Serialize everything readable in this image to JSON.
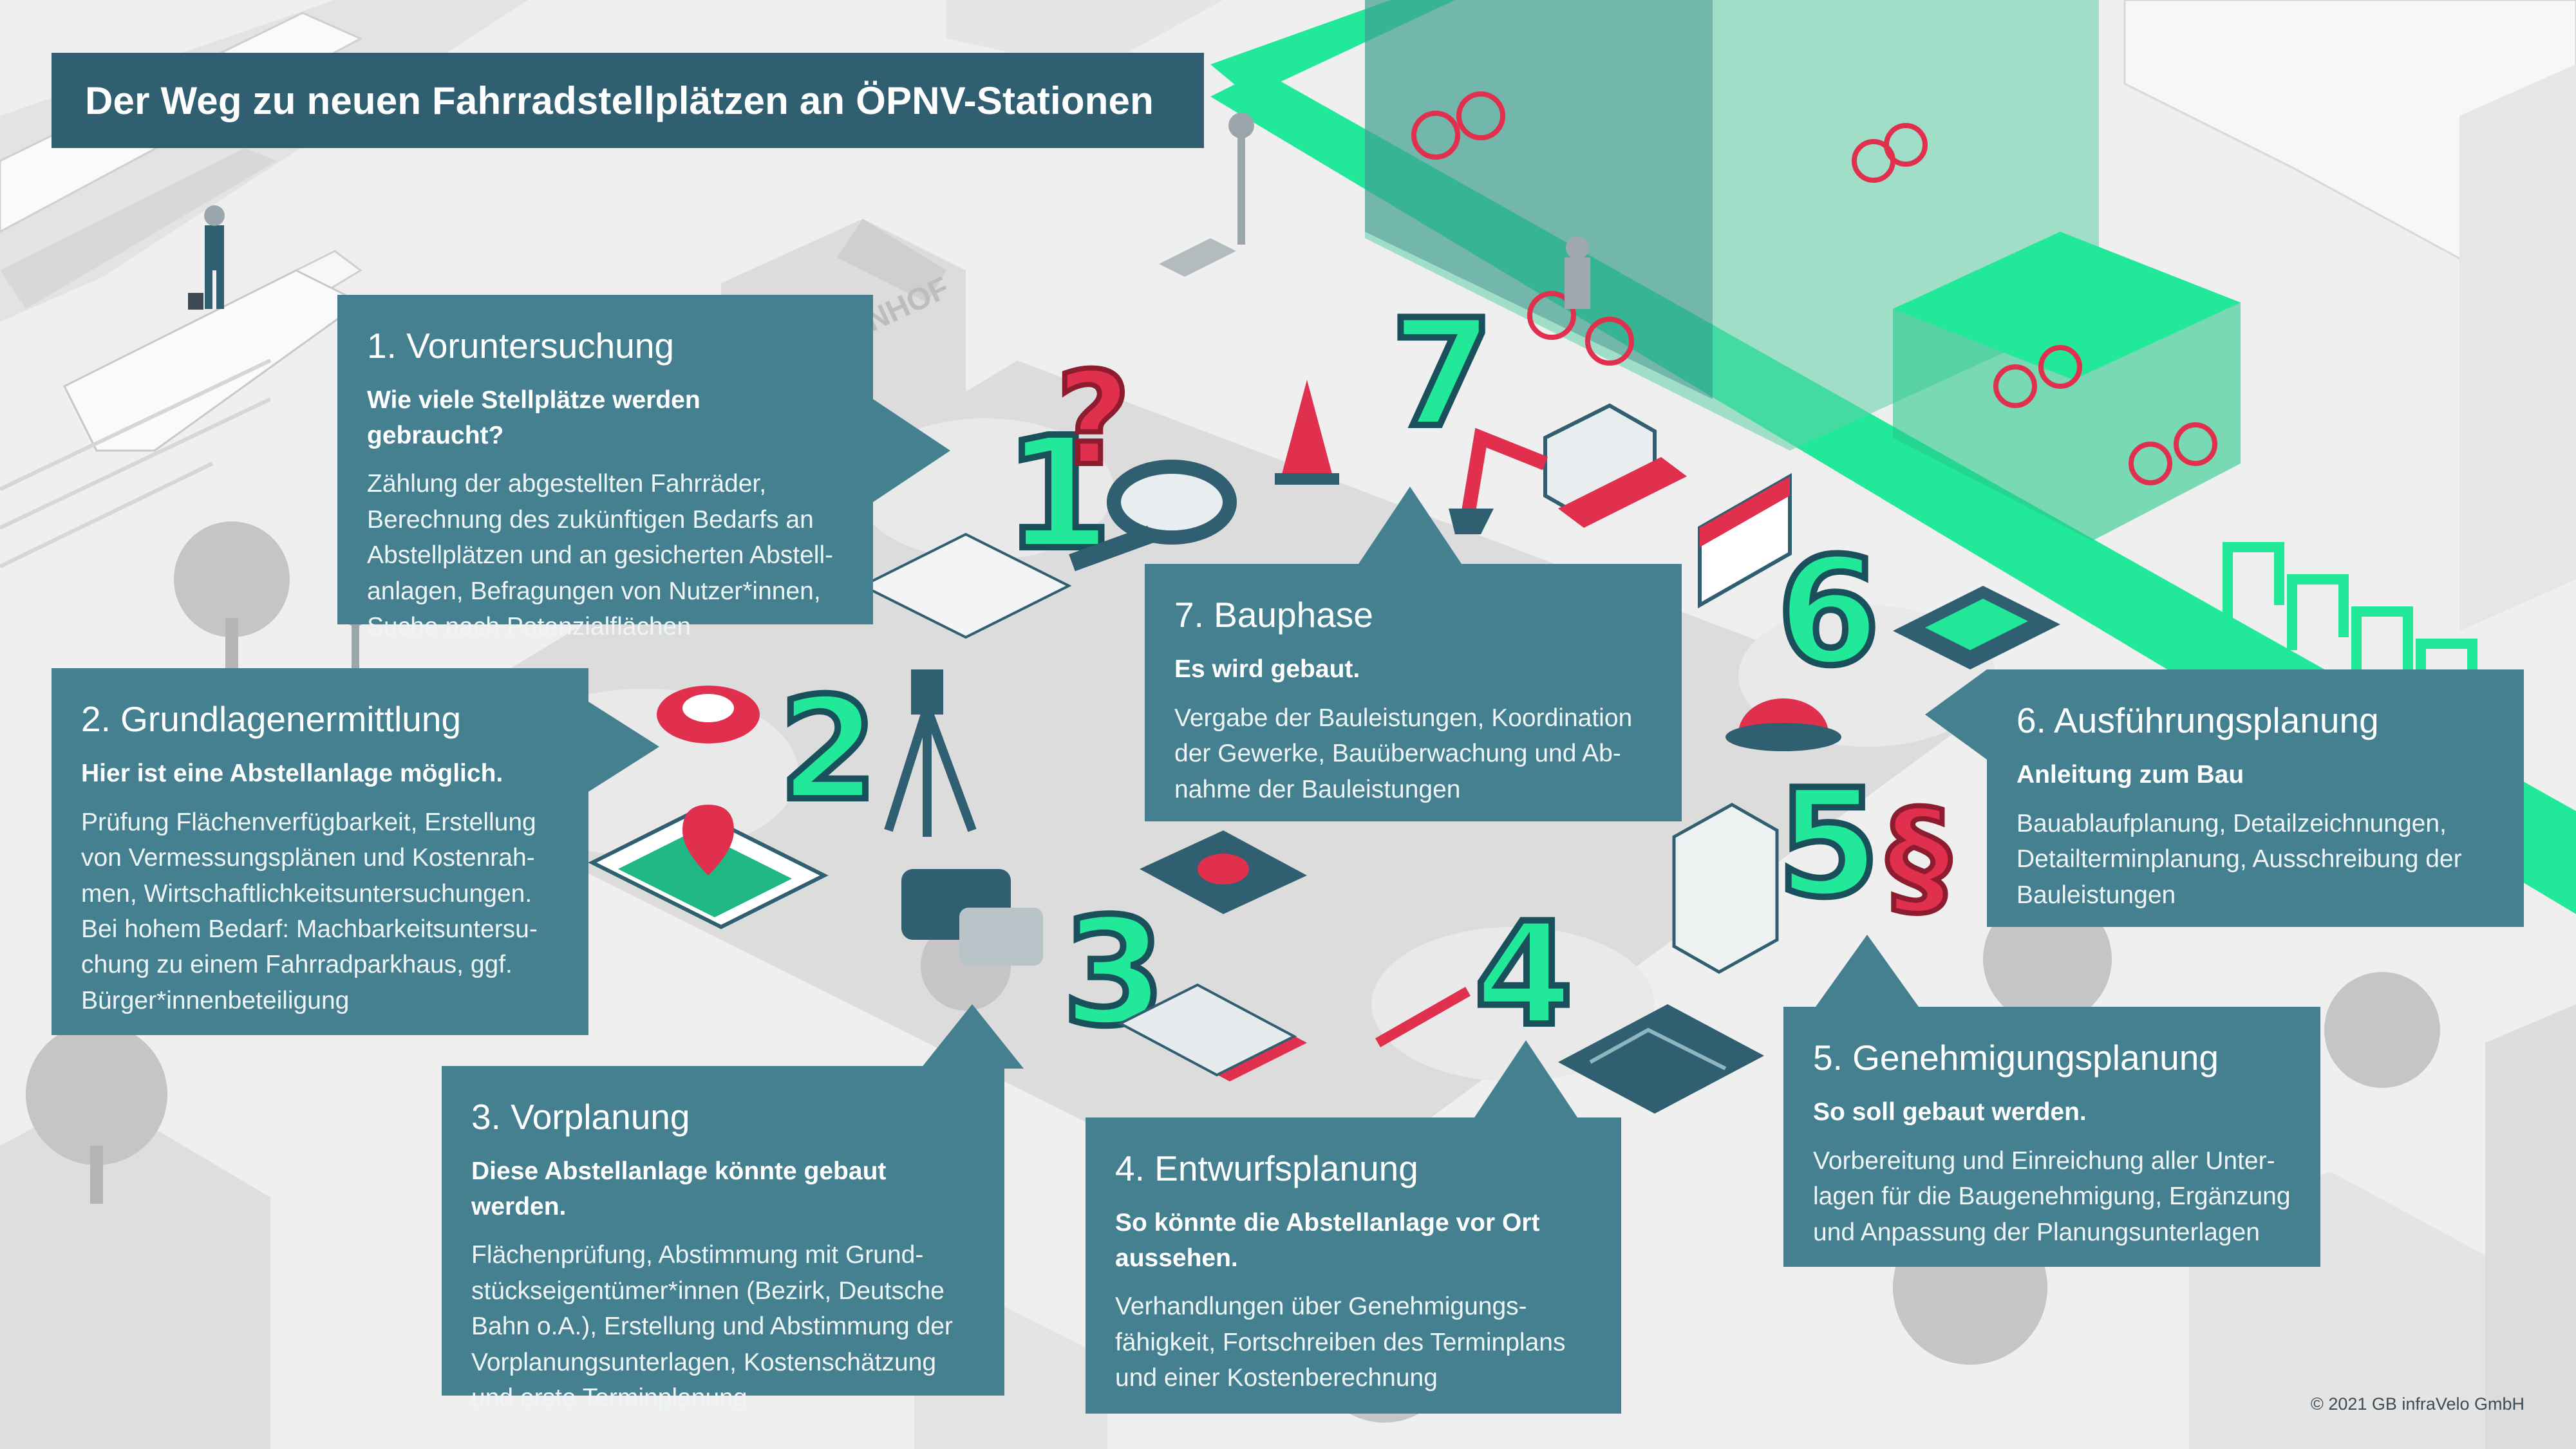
{
  "title": "Der Weg zu neuen Fahrradstellplätzen an ÖPNV-Stationen",
  "station_sign": "BAHNHOF",
  "colors": {
    "box": "#44808f",
    "title_bg": "#2f5f70",
    "green_accent": "#22e89a",
    "red_accent": "#e0304e",
    "building_gray": "#c9c9c9",
    "background": "#efefef"
  },
  "steps": [
    {
      "number": "1",
      "title": "1. Voruntersuchung",
      "subtitle": "Wie viele Stellplätze werden gebraucht?",
      "description": "Zählung der abgestellten Fahrräder, Berechnung des zukünftigen Bedarfs an Abstellplätzen und an gesicherten Abstell-anlagen, Befragungen von Nutzer*innen, Suche nach Potenzialflächen",
      "icons": [
        "question-mark-icon",
        "magnifier-icon",
        "map-icon"
      ]
    },
    {
      "number": "2",
      "title": "2. Grundlagenermittlung",
      "subtitle": "Hier ist eine Abstellanlage möglich.",
      "description": "Prüfung Flächenverfügbarkeit, Erstellung von Vermessungsplänen und Kostenrah-men, Wirtschaftlichkeitsuntersuchungen. Bei hohem Bedarf: Machbarkeitsuntersu-chung zu einem Fahrradparkhaus, ggf. Bürger*innenbeteiligung",
      "icons": [
        "measuring-tape-icon",
        "surveying-tripod-icon",
        "location-pin-map-icon"
      ]
    },
    {
      "number": "3",
      "title": "3. Vorplanung",
      "subtitle": "Diese Abstellanlage könnte gebaut werden.",
      "description": "Flächenprüfung, Abstimmung mit Grund-stückseigentümer*innen (Bezirk, Deutsche Bahn o.A.), Erstellung und Abstimmung der Vorplanungsunterlagen, Kostenschätzung und erste Terminplanung",
      "icons": [
        "speech-bubbles-icon",
        "money-stack-icon",
        "documents-icon"
      ]
    },
    {
      "number": "4",
      "title": "4. Entwurfsplanung",
      "subtitle": "So könnte die Abstellanlage vor Ort aussehen.",
      "description": "Verhandlungen über Genehmigungs-fähigkeit, Fortschreiben des Terminplans und einer Kostenberechnung",
      "icons": [
        "pen-icon",
        "blueprint-icon"
      ]
    },
    {
      "number": "5",
      "title": "5. Genehmigungsplanung",
      "subtitle": "So soll gebaut werden.",
      "description": "Vorbereitung und Einreichung aller Unter-lagen für die Baugenehmigung, Ergänzung und Anpassung der Planungsunterlagen",
      "icons": [
        "certificate-scroll-icon",
        "paragraph-icon"
      ]
    },
    {
      "number": "6",
      "title": "6. Ausführungsplanung",
      "subtitle": "Anleitung zum Bau",
      "description": "Bauablaufplanung, Detailzeichnungen, Detailterminplanung, Ausschreibung der Bauleistungen",
      "icons": [
        "calendar-icon",
        "building-plan-icon",
        "hard-hat-icon"
      ]
    },
    {
      "number": "7",
      "title": "7. Bauphase",
      "subtitle": "Es wird gebaut.",
      "description": "Vergabe der Bauleistungen, Koordination der Gewerke, Bauüberwachung und Ab-nahme der Bauleistungen",
      "icons": [
        "traffic-cone-icon",
        "excavator-icon"
      ]
    }
  ],
  "copyright": "2021  GB infraVelo GmbH"
}
